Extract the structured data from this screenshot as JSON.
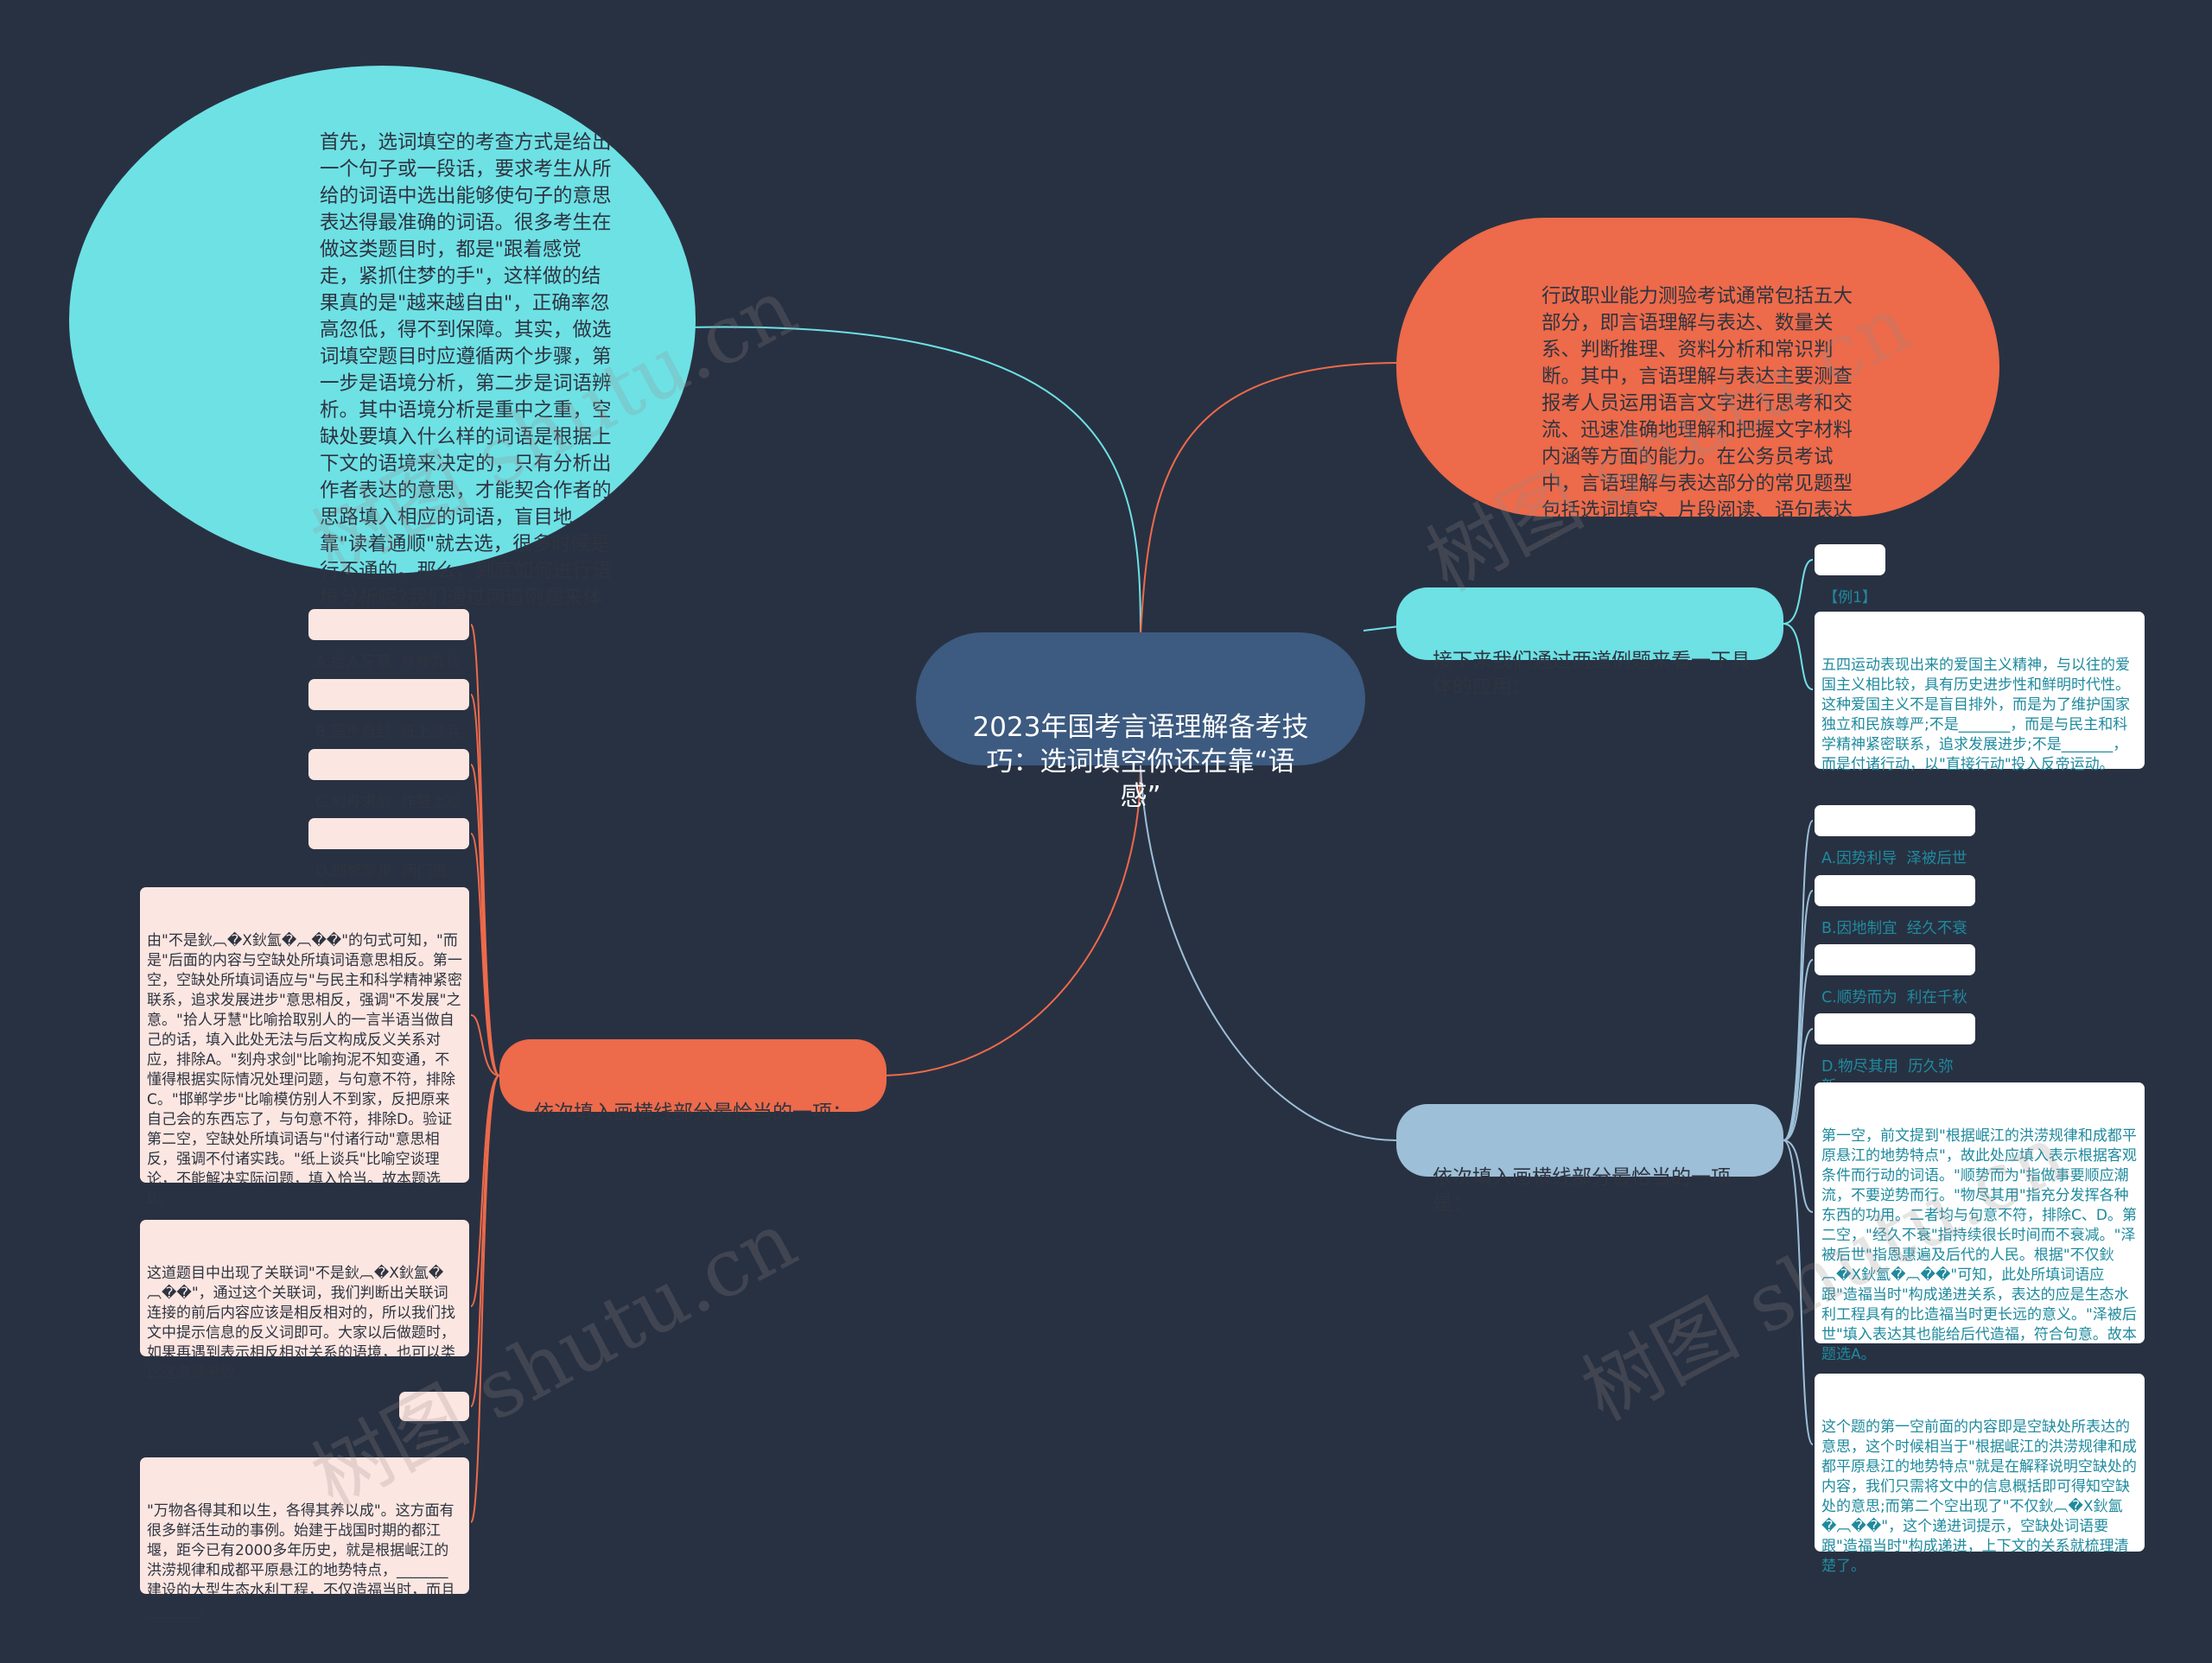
{
  "watermark": "树图 shutu.cn",
  "colors": {
    "background": "#283142",
    "center": "#3d5a80",
    "cyan": "#6ee1e5",
    "orange": "#ed6a4a",
    "blue": "#9dbfd8",
    "pink_card": "#fce6e1"
  },
  "center": {
    "title": "2023年国考言语理解备考技巧：选词填空你还在靠“语感”"
  },
  "intro_left": {
    "text": "首先，选词填空的考查方式是给出一个句子或一段话，要求考生从所给的词语中选出能够使句子的意思表达得最准确的词语。很多考生在做这类题目时，都是\"跟着感觉走，紧抓住梦的手\"，这样做的结果真的是\"越来越自由\"，正确率忽高忽低，得不到保障。其实，做选词填空题目时应遵循两个步骤，第一步是语境分析，第二步是词语辨析。其中语境分析是重中之重，空缺处要填入什么样的词语是根据上下文的语境来决定的，只有分析出作者表达的意思，才能契合作者的思路填入相应的词语，盲目地靠\"读着通顺\"就去选，很多时候是行不通的。那么，到底如何进行语境分析呢?我们通过两道例题来体会一下。"
  },
  "intro_right": {
    "text": "行政职业能力测验考试通常包括五大部分，即言语理解与表达、数量关系、判断推理、资料分析和常识判断。其中，言语理解与表达主要测查报考人员运用语言文字进行思考和交流、迅速准确地理解和把握文字材料内涵等方面的能力。在公务员考试中，言语理解与表达部分的常见题型包括选词填空、片段阅读、语句表达等。"
  },
  "branch_examples": {
    "label": "接下来我们通过两道例题来看一下具体的应用：",
    "tag": "【例1】",
    "question": "五四运动表现出来的爱国主义精神，与以往的爱国主义相比较，具有历史进步性和鲜明时代性。这种爱国主义不是盲目排外，而是为了维护国家独立和民族尊严;不是_______，而是与民主和科学精神紧密联系，追求发展进步;不是_______，而是付诸行动，以\"直接行动\"投入反帝运动。"
  },
  "branch_left": {
    "label": "依次填入画横线部分最恰当的一项：",
    "options": [
      "A.拾人牙慧  夸夸其谈",
      "B.固步自封  纸上谈兵",
      "C.刻舟求剑  作壁上观",
      "D.邯郸学步  闭门造车"
    ],
    "analysis": "由\"不是鈥︹�X鈥氳�︹��\"的句式可知，\"而是\"后面的内容与空缺处所填词语意思相反。第一空，空缺处所填词语应与\"与民主和科学精神紧密联系，追求发展进步\"意思相反，强调\"不发展\"之意。\"拾人牙慧\"比喻拾取别人的一言半语当做自己的话，填入此处无法与后文构成反义关系对应，排除A。\"刻舟求剑\"比喻拘泥不知变通，不懂得根据实际情况处理问题，与句意不符，排除C。\"邯郸学步\"比喻模仿别人不到家，反把原来自己会的东西忘了，与句意不符，排除D。验证第二空，空缺处所填词语与\"付诸行动\"意思相反，强调不付诸实践。\"纸上谈兵\"比喻空谈理论，不能解决实际问题，填入恰当。故本题选B。",
    "note": "这道题目中出现了关联词\"不是鈥︹�X鈥氳�︹��\"，通过这个关联词，我们判断出关联词连接的前后内容应该是相反相对的，所以我们找文中提示信息的反义词即可。大家以后做题时，如果再遇到表示相反相对关系的语境，也可以类比这道题来做。",
    "tag": "【例2】",
    "question": "\"万物各得其和以生，各得其养以成\"。这方面有很多鲜活生动的事例。始建于战国时期的都江堰，距今已有2000多年历史，就是根据岷江的洪涝规律和成都平原悬江的地势特点，_______建设的大型生态水利工程，不仅造福当时，而且_______。"
  },
  "branch_right": {
    "label": "依次填入画横线部分最恰当的一项是：",
    "options": [
      "A.因势利导  泽被后世",
      "B.因地制宜  经久不衰",
      "C.顺势而为  利在千秋",
      "D.物尽其用  历久弥新"
    ],
    "analysis": "第一空，前文提到\"根据岷江的洪涝规律和成都平原悬江的地势特点\"，故此处应填入表示根据客观条件而行动的词语。\"顺势而为\"指做事要顺应潮流，不要逆势而行。\"物尽其用\"指充分发挥各种东西的功用。二者均与句意不符，排除C、D。第二空，\"经久不衰\"指持续很长时间而不衰减。\"泽被后世\"指恩惠遍及后代的人民。根据\"不仅鈥︹�X鈥氳�︹��\"可知，此处所填词语应跟\"造福当时\"构成递进关系，表达的应是生态水利工程具有的比造福当时更长远的意义。\"泽被后世\"填入表达其也能给后代造福，符合句意。故本题选A。",
    "note": "这个题的第一空前面的内容即是空缺处所表达的意思，这个时候相当于\"根据岷江的洪涝规律和成都平原悬江的地势特点\"就是在解释说明空缺处的内容，我们只需将文中的信息概括即可得知空缺处的意思;而第二个空出现了\"不仅鈥︹�X鈥氳�︹��\"，这个递进词提示，空缺处词语要跟\"造福当时\"构成递进，上下文的关系就梳理清楚了。"
  }
}
